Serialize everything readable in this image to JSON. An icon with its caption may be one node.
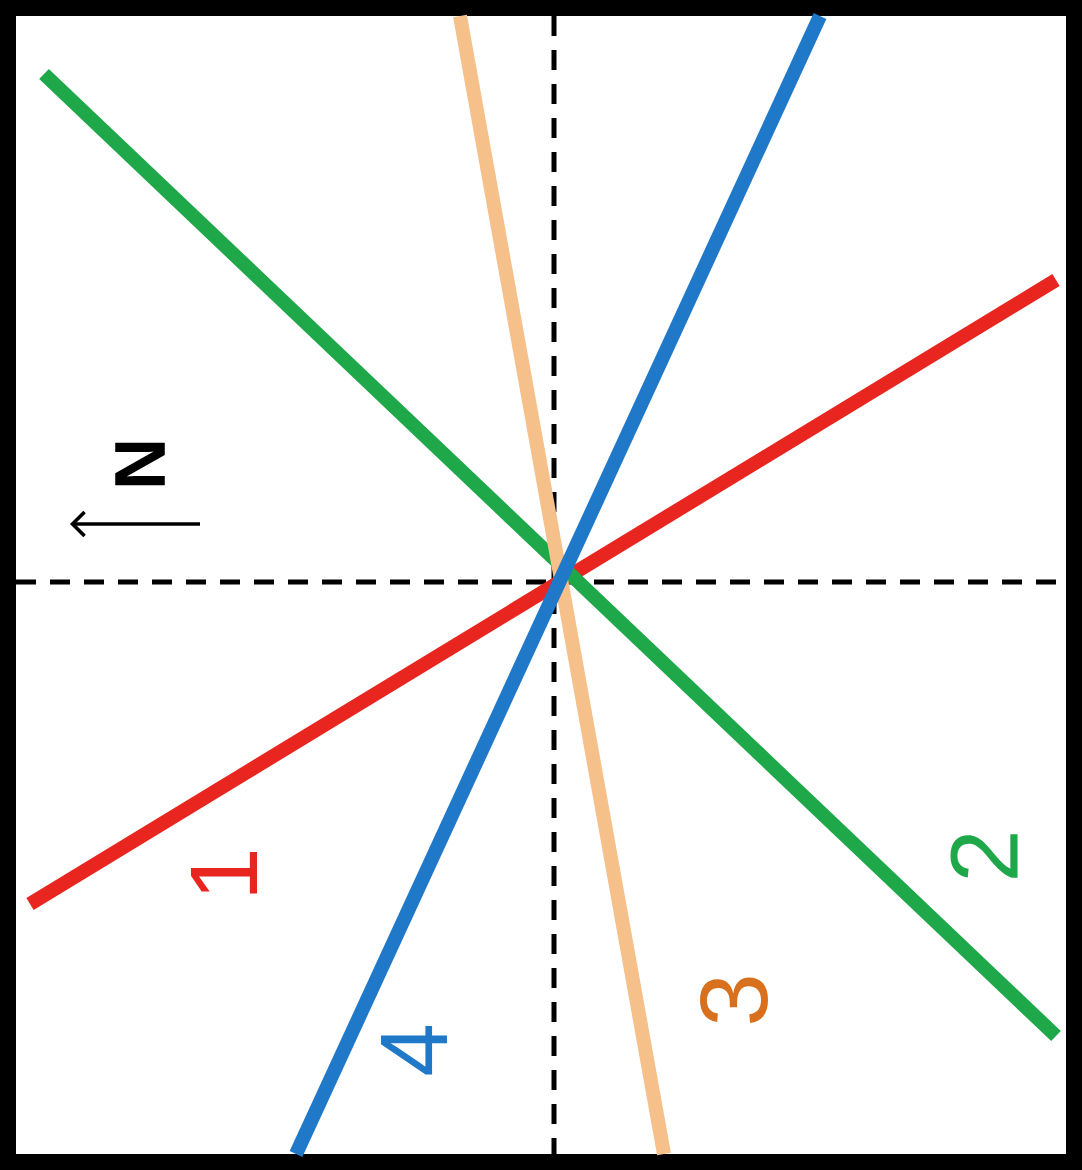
{
  "diagram": {
    "labels": [
      "N",
      "1",
      "2",
      "3",
      "4"
    ]
  }
}
